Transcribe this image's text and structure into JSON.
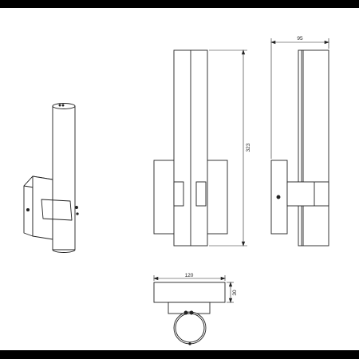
{
  "dimensions": {
    "height": "323",
    "depth": "95",
    "width": "120",
    "plate_depth": "30"
  },
  "colors": {
    "line": "#222222",
    "bars": "#000000"
  }
}
